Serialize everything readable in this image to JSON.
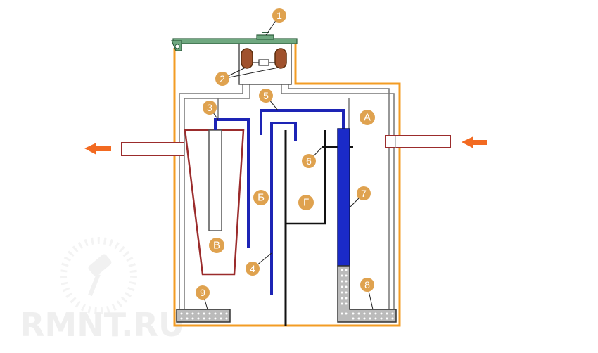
{
  "colors": {
    "tank_outline": "#f39c24",
    "lid": "#6fa880",
    "compressor": "#a0522d",
    "pipe_blue": "#1d24b5",
    "column_blue": "#1a2ac8",
    "funnel": "#9b2c2c",
    "arrow": "#f26a21",
    "badge": "#dfa24f",
    "filter": "#bbbbbb"
  },
  "badges": {
    "n1": "1",
    "n2": "2",
    "n3": "3",
    "n4": "4",
    "n5": "5",
    "n6": "6",
    "n7": "7",
    "n8": "8",
    "n9": "9",
    "zone_a": "А",
    "zone_b": "Б",
    "zone_v": "В",
    "zone_g": "Г"
  },
  "watermark": {
    "text": "RMNT.RU",
    "icon": "paint-roller-icon"
  },
  "icons": {
    "inlet": "arrow-left-icon",
    "outlet": "arrow-left-icon"
  }
}
